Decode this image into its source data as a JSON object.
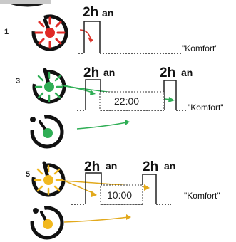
{
  "rows": [
    {
      "number": "1",
      "duration_labels": [
        "2h"
      ],
      "an_labels": [
        "an"
      ],
      "mode_label": "\"Komfort\"",
      "time_label": "",
      "dot_color": "#e02a26",
      "arrow_color": "#d9342b"
    },
    {
      "number": "3",
      "duration_labels": [
        "2h",
        "2h"
      ],
      "an_labels": [
        "an",
        "an"
      ],
      "mode_label": "\"Komfort\"",
      "time_label": "22:00",
      "dot_color": "#2fae55",
      "arrow_color": "#2fae55"
    },
    {
      "number": "5",
      "duration_labels": [
        "2h",
        "2h"
      ],
      "an_labels": [
        "an",
        "an"
      ],
      "mode_label": "\"Komfort\"",
      "time_label": "10:00",
      "dot_color": "#f1b81e",
      "arrow_color": "#e2a91c"
    }
  ]
}
